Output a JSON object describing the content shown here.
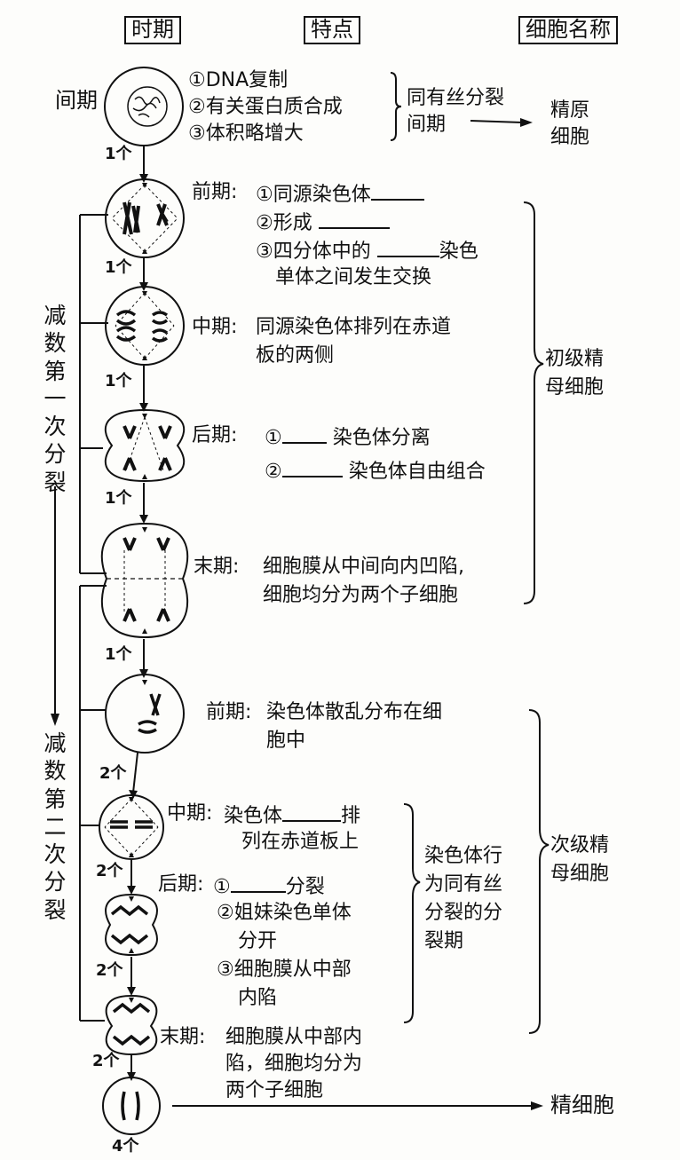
{
  "headers": {
    "period": "时期",
    "feature": "特点",
    "cell_name": "细胞名称"
  },
  "interphase": {
    "label": "间期",
    "items": [
      "①DNA复制",
      "②有关蛋白质合成",
      "③体积略增大"
    ],
    "summary": [
      "同有丝分裂",
      "间期"
    ],
    "cell_name": [
      "精原",
      "细胞"
    ]
  },
  "meiosis1": {
    "label": "减数第一次分裂",
    "prophase": {
      "label": "前期:",
      "l1": "①同源染色体",
      "l2": "②形成",
      "l3a": "③四分体中的",
      "l3b": "染色",
      "l4": "单体之间发生交换"
    },
    "metaphase": {
      "label": "中期:",
      "l1": "同源染色体排列在赤道",
      "l2": "板的两侧"
    },
    "anaphase": {
      "label": "后期:",
      "i1": "①",
      "t1": "染色体分离",
      "i2": "②",
      "t2": "染色体自由组合"
    },
    "telophase": {
      "label": "末期:",
      "l1": "细胞膜从中间向内凹陷,",
      "l2": "细胞均分为两个子细胞"
    },
    "cell_name": [
      "初级精",
      "母细胞"
    ]
  },
  "meiosis2": {
    "label": "减数第二次分裂",
    "prophase": {
      "label": "前期:",
      "l1": "染色体散乱分布在细",
      "l2": "胞中"
    },
    "metaphase": {
      "label": "中期:",
      "l1a": "染色体",
      "l1b": "排",
      "l2": "列在赤道板上"
    },
    "anaphase": {
      "label": "后期:",
      "i1": "①",
      "t1": "分裂",
      "l2": "②姐妹染色单体",
      "l3": "分开",
      "l4": "③细胞膜从中部",
      "l5": "内陷"
    },
    "telophase": {
      "label": "末期:",
      "l1": "细胞膜从中部内",
      "l2": "陷，细胞均分为",
      "l3": "两个子细胞"
    },
    "bracket_text": [
      "染色体行",
      "为同有丝",
      "分裂的分",
      "裂期"
    ],
    "cell_name": [
      "次级精",
      "母细胞"
    ]
  },
  "final_cell_name": "精细胞",
  "counts": [
    "1个",
    "1个",
    "1个",
    "1个",
    "1个",
    "2个",
    "2个",
    "2个",
    "2个",
    "4个"
  ]
}
